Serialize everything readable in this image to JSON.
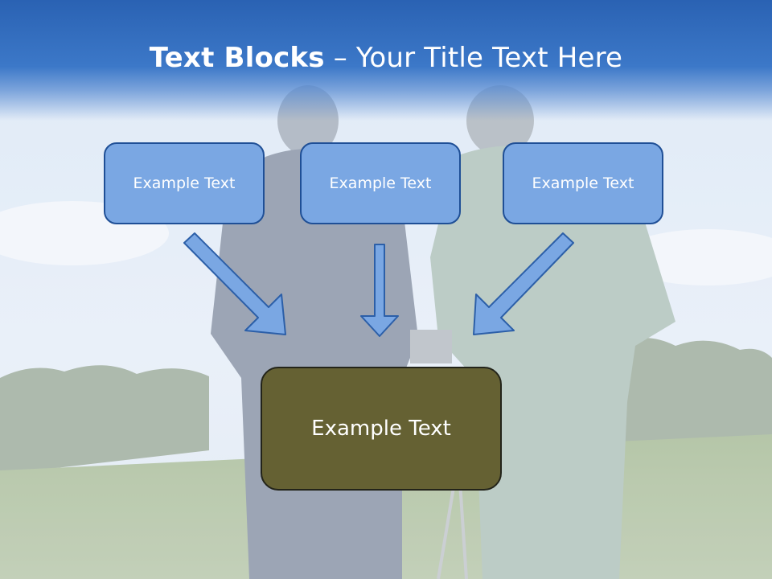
{
  "title": {
    "bold": "Text Blocks",
    "dash": " – ",
    "rest": "Your Title Text Here"
  },
  "blocks": [
    "Example Text",
    "Example Text",
    "Example Text"
  ],
  "main_block": "Example Text",
  "colors": {
    "title_band": "#2f67b8",
    "block_fill": "#7aa7e3",
    "block_border": "#1f4f96",
    "main_fill": "#656133",
    "arrow_fill": "#7aa7e3"
  },
  "background": "two-men-with-camera-on-tripod-in-field-photo"
}
